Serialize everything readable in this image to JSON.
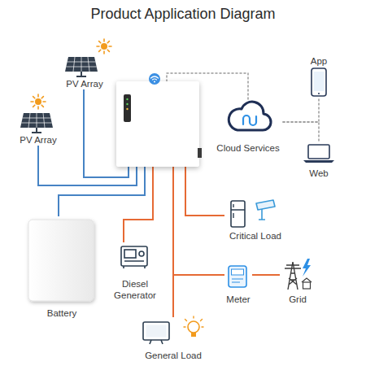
{
  "diagram": {
    "title": "Product Application Diagram",
    "nodes": [
      {
        "text": [
          "PV Array"
        ]
      },
      {
        "text": [
          "App"
        ]
      },
      {
        "text": []
      },
      {
        "text": [
          "Cloud Services"
        ]
      },
      {
        "text": [
          "PV Array"
        ]
      },
      {
        "text": [
          "Web"
        ]
      },
      {
        "text": [
          "Critical Load"
        ]
      },
      {
        "text": [
          "Battery"
        ]
      },
      {
        "text": [
          "Diesel Generator"
        ]
      },
      {
        "text": [
          "Meter"
        ]
      },
      {
        "text": [
          "Grid"
        ]
      },
      {
        "text": [
          "General Load"
        ]
      }
    ],
    "edges": [
      {
        "from": 0,
        "to": 2,
        "arrow": "none"
      },
      {
        "from": 4,
        "to": 2,
        "arrow": "none"
      },
      {
        "from": 7,
        "to": 2,
        "arrow": "none"
      },
      {
        "from": 2,
        "to": 3,
        "arrow": "none"
      },
      {
        "from": 3,
        "to": 1,
        "arrow": "none"
      },
      {
        "from": 3,
        "to": 5,
        "arrow": "none"
      },
      {
        "from": 2,
        "to": 8,
        "arrow": "none"
      },
      {
        "from": 2,
        "to": 6,
        "arrow": "none"
      },
      {
        "from": 2,
        "to": 11,
        "arrow": "none"
      },
      {
        "from": 2,
        "to": 9,
        "arrow": "none"
      },
      {
        "from": 9,
        "to": 10,
        "arrow": "none"
      }
    ]
  }
}
